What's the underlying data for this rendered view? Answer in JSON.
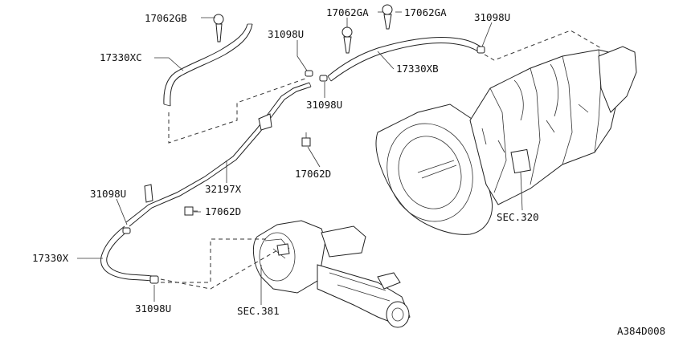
{
  "diagram_id": "A384D008",
  "labels": {
    "gb": "17062GB",
    "ga1": "17062GA",
    "ga2": "17062GA",
    "u_top_right": "31098U",
    "xc": "17330XC",
    "u_top_mid": "31098U",
    "u_mid": "31098U",
    "xb": "17330XB",
    "d_right": "17062D",
    "x32197": "32197X",
    "u_left": "31098U",
    "d_left": "17062D",
    "x17330": "17330X",
    "u_bottom": "31098U",
    "sec381": "SEC.381",
    "sec320": "SEC.320"
  }
}
